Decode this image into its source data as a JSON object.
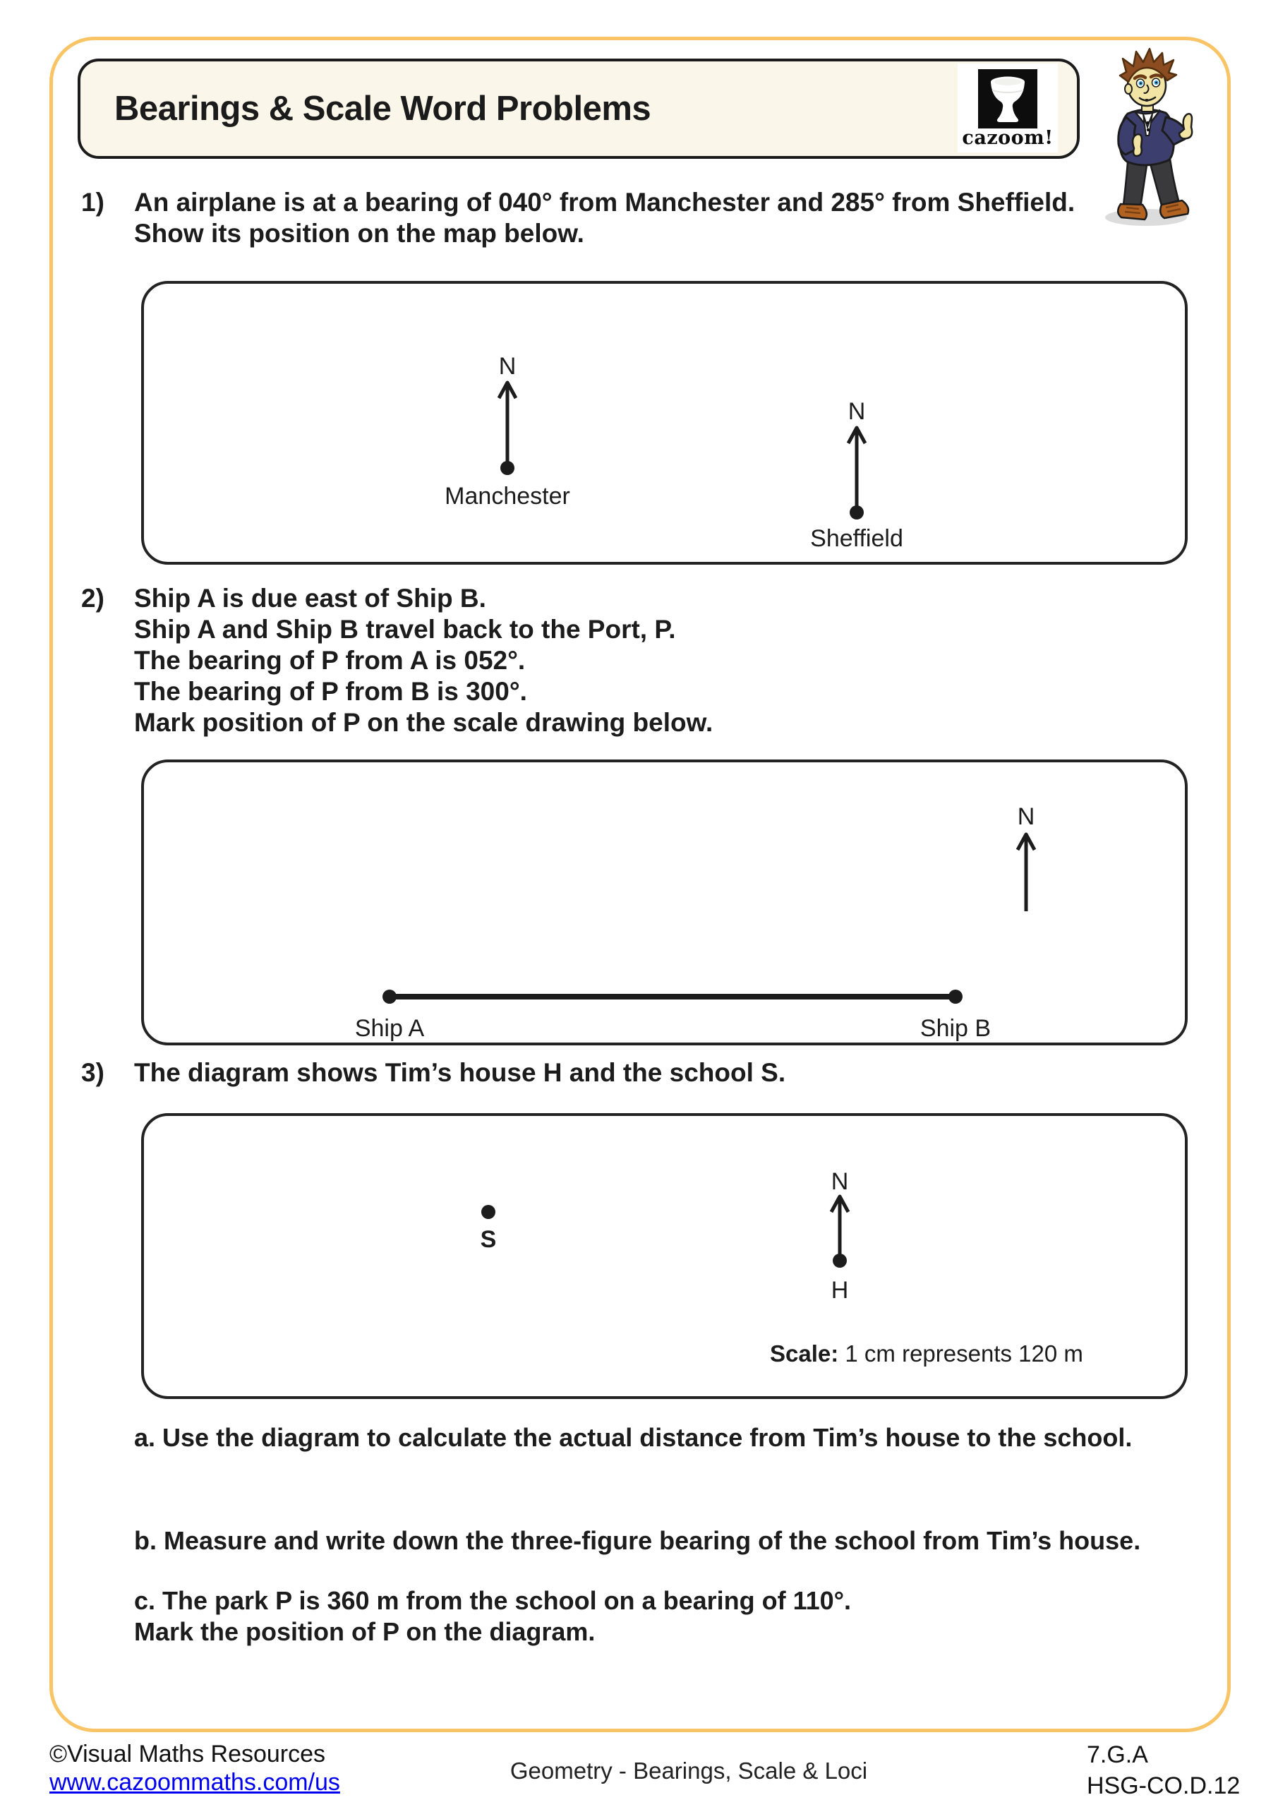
{
  "header": {
    "title": "Bearings & Scale Word Problems",
    "logo": {
      "brand": "cazoom!",
      "icon": "djembe-drum-icon"
    }
  },
  "colors": {
    "accent_border": "#F8C465",
    "title_box_bg": "#FAF6E9",
    "link_blue": "#0000EE",
    "ink": "#1c1c1c"
  },
  "questions": [
    {
      "number": "1)",
      "lines": [
        "An airplane is at a bearing of 040° from Manchester and 285° from Sheffield.",
        "Show its position on the map below."
      ]
    },
    {
      "number": "2)",
      "lines": [
        "Ship A is due east of Ship B.",
        "Ship A and Ship B travel back to the Port, P.",
        "The bearing of P from A is 052°.",
        "The bearing of P from B is 300°.",
        "Mark position of P on the scale drawing below."
      ]
    },
    {
      "number": "3)",
      "lines": [
        "The diagram shows Tim’s house H and the school S."
      ]
    }
  ],
  "diagram1": {
    "north": "N",
    "city1": "Manchester",
    "city2": "Sheffield"
  },
  "diagram2": {
    "north": "N",
    "shipA": "Ship A",
    "shipB": "Ship B"
  },
  "diagram3": {
    "north": "N",
    "school": "S",
    "house": "H",
    "scale_label": "Scale:",
    "scale_text": " 1 cm represents 120 m"
  },
  "subquestions": {
    "a": {
      "label": "a.",
      "text": "Use the diagram to calculate the actual distance from Tim’s house to the school."
    },
    "b": {
      "label": "b.",
      "text": "Measure and write down the three-figure bearing of the school from Tim’s house."
    },
    "c": {
      "label": "c.",
      "text": "The park P is 360 m from the school on a bearing of 110°.",
      "line2": "Mark the position of P on the diagram."
    }
  },
  "footer": {
    "copyright": "©Visual Maths Resources",
    "url": "www.cazoommaths.com/us",
    "center": "Geometry - Bearings, Scale & Loci",
    "standard1": "7.G.A",
    "standard2": "HSG-CO.D.12"
  }
}
